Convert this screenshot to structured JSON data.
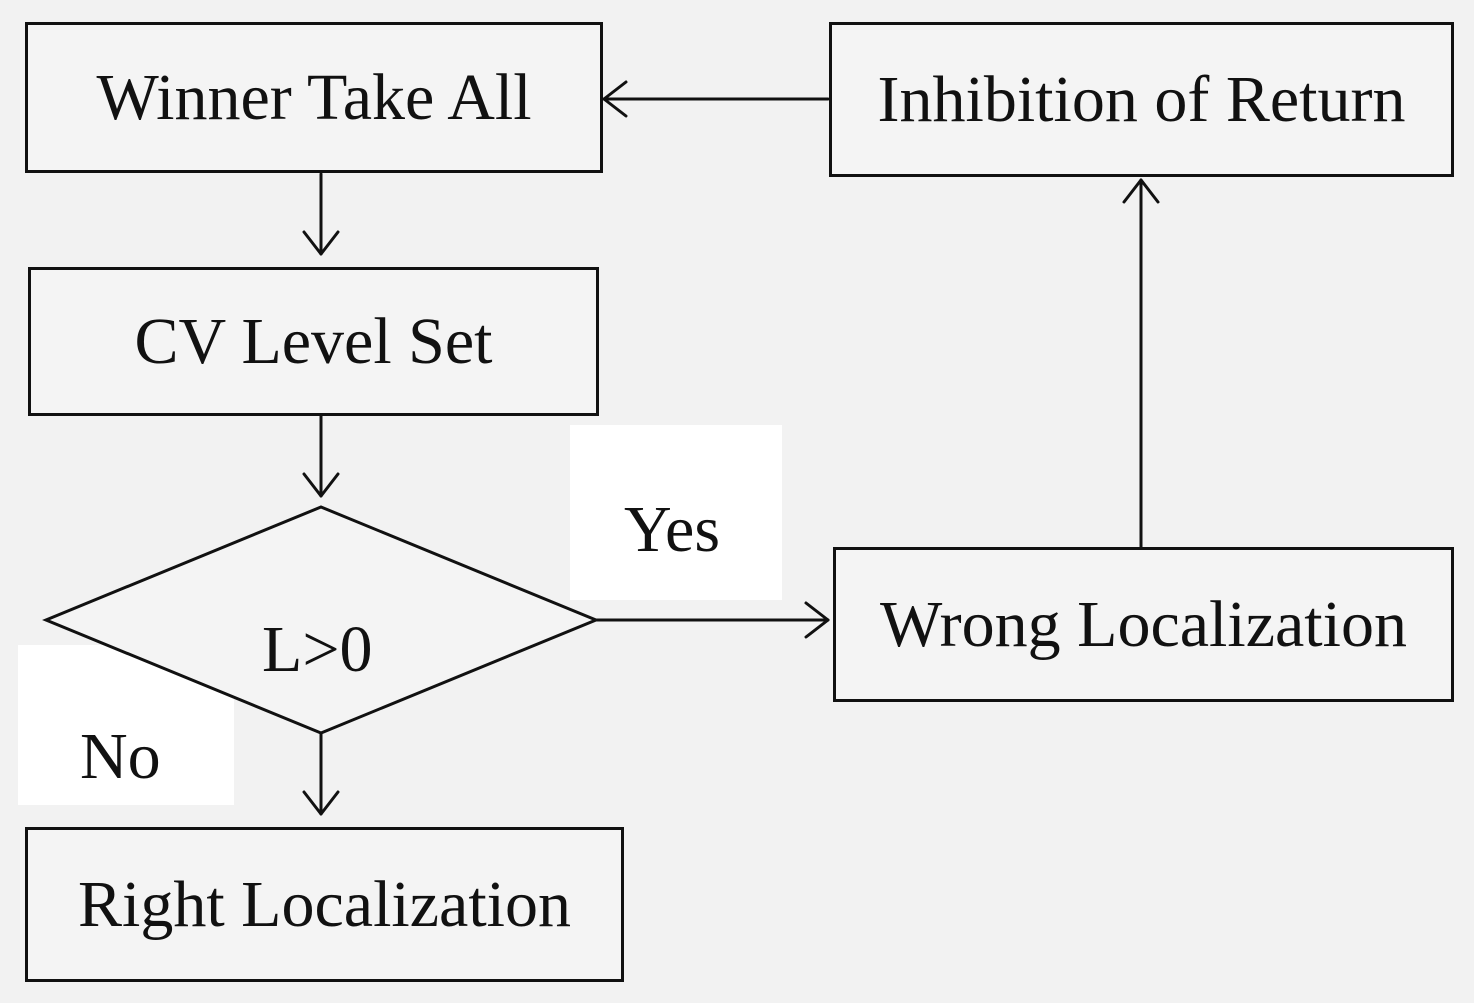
{
  "nodes": {
    "winner_take_all": "Winner Take All",
    "inhibition_of_return": "Inhibition of Return",
    "cv_level_set": "CV Level Set",
    "decision": "L>0",
    "wrong_localization": "Wrong Localization",
    "right_localization": "Right Localization"
  },
  "edges": {
    "yes_label": "Yes",
    "no_label": "No"
  },
  "colors": {
    "background": "#f2f2f2",
    "stroke": "#111111",
    "label_background": "#ffffff"
  }
}
